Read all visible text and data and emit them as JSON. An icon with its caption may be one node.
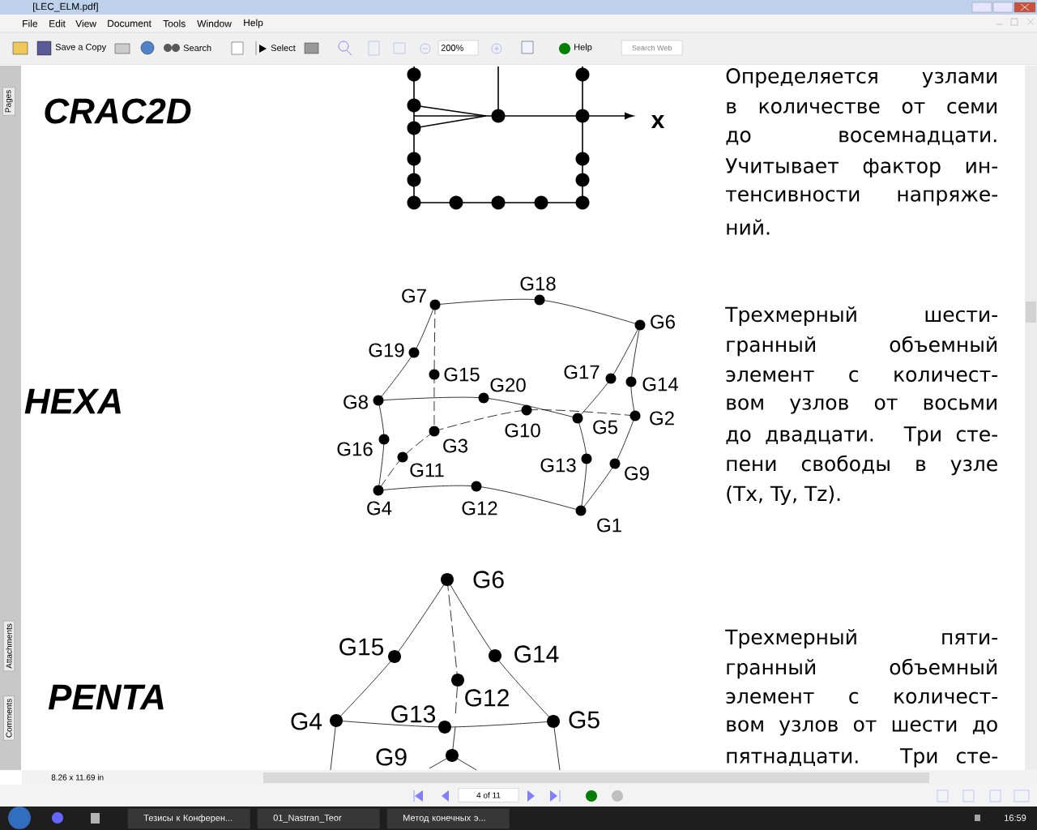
{
  "diagram": {
    "labels": [
      "[LEC_ELM.pdf]",
      "File",
      "Edit",
      "View",
      "Document",
      "Tools",
      "Window",
      "Help",
      "Save a Copy",
      "Search",
      "Select",
      "200%",
      "Help",
      "Search Web",
      "Pages",
      "CRAC2D",
      "x",
      "Определяется узлами",
      "в количестве от семи",
      "до восемнадцати.",
      "Учитывает фактор ин-",
      "тенсивности напряже-",
      "ний.",
      "HEXA",
      "G18",
      "G7",
      "G6",
      "G19",
      "G15",
      "G20",
      "G17",
      "G14",
      "G8",
      "G2",
      "G10",
      "G5",
      "G16",
      "G3",
      "G11",
      "G13",
      "G9",
      "G4",
      "G12",
      "G1",
      "Трехмерный шести-",
      "гранный объемный",
      "элемент с количест-",
      "вом узлов от восьми",
      "до двадцати. Три сте-",
      "пени свободы в узле",
      "(Tx, Ty, Tz).",
      "G6",
      "G15",
      "G14",
      "G12",
      "G4",
      "G13",
      "G5",
      "G9",
      "PENTA",
      "Трехмерный пяти-",
      "гранный объемный",
      "элемент с количест-",
      "вом узлов от шести до",
      "пятнадцати. Три сте-",
      "Attachments",
      "Comments",
      "8.26 x 11.69 in",
      "4 of 11",
      "Тезисы к Конферен...",
      "01_Nastran_Teor",
      "Метод конечных э...",
      "16:59"
    ]
  }
}
